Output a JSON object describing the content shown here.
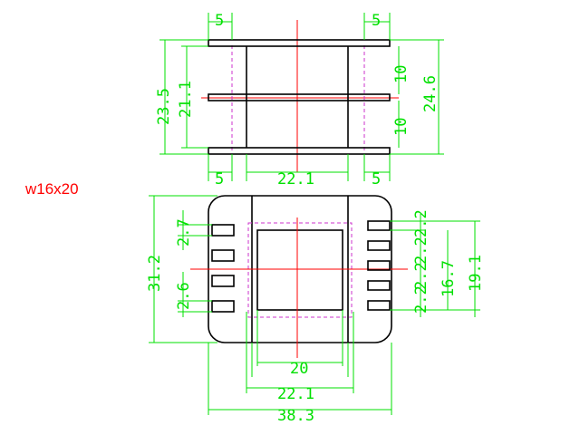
{
  "part_name": "w16x20",
  "colors": {
    "outline": "#000000",
    "dimension": "#00e000",
    "centerline": "#ff0000",
    "hidden": "#cc33cc",
    "title": "#ff0000",
    "background": "#ffffff"
  },
  "side_view": {
    "flange_width_left": "5",
    "flange_width_right": "5",
    "flange_width_bottom_left": "5",
    "flange_width_bottom_right": "5",
    "height_left_outer": "23.5",
    "height_left_inner": "21.1",
    "height_right_total": "24.6",
    "slot_upper": "10",
    "slot_lower": "10",
    "body_width": "22.1"
  },
  "top_view": {
    "overall_height": "31.2",
    "pin_pitch_left_top": "2.7",
    "pin_pitch_left_bottom": "2.6",
    "pin_pitch_right_1": "2.2",
    "pin_pitch_right_2": "2.2",
    "pin_pitch_right_3": "2.2",
    "pin_pitch_right_4": "2.2",
    "pin_span_inner": "16.7",
    "pin_span_outer": "19.1",
    "window_width": "20",
    "body_width": "22.1",
    "overall_width": "38.3"
  }
}
